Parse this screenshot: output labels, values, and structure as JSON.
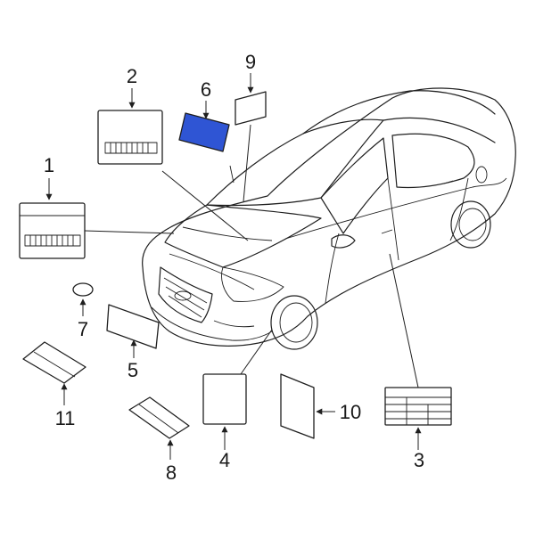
{
  "diagram": {
    "highlight_color": "#2f55d4",
    "callouts": [
      {
        "id": "1",
        "label": "1"
      },
      {
        "id": "2",
        "label": "2"
      },
      {
        "id": "3",
        "label": "3"
      },
      {
        "id": "4",
        "label": "4"
      },
      {
        "id": "5",
        "label": "5"
      },
      {
        "id": "6",
        "label": "6",
        "highlighted": true
      },
      {
        "id": "7",
        "label": "7"
      },
      {
        "id": "8",
        "label": "8"
      },
      {
        "id": "9",
        "label": "9"
      },
      {
        "id": "10",
        "label": "10"
      },
      {
        "id": "11",
        "label": "11"
      }
    ]
  }
}
